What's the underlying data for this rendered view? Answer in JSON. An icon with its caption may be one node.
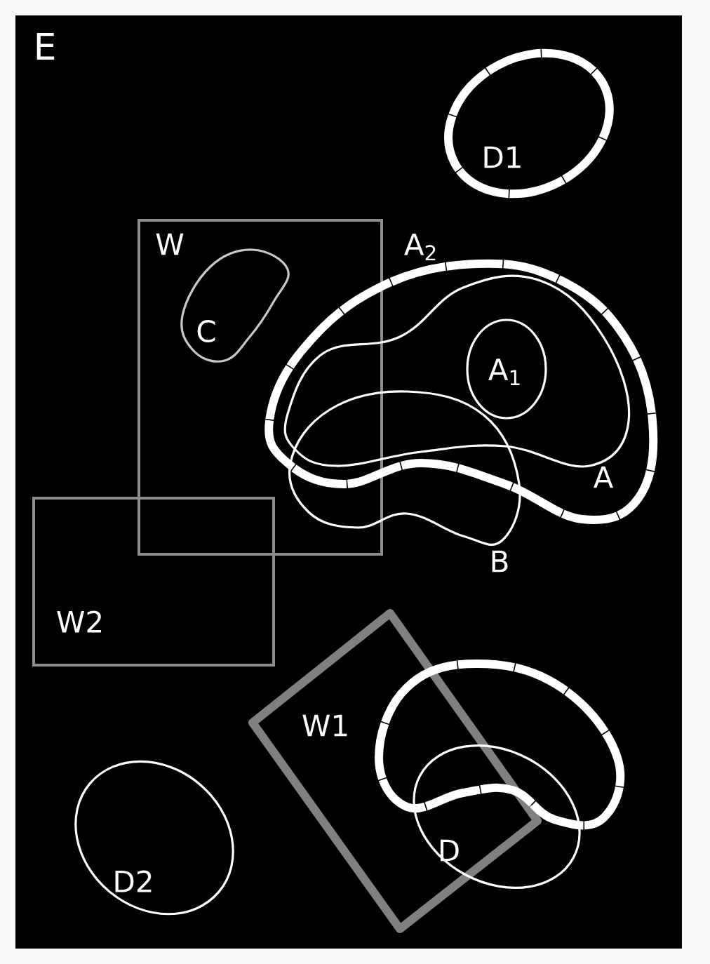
{
  "diagram": {
    "nodes": [
      {
        "text": [
          "E"
        ]
      },
      {
        "text": [
          "D1"
        ],
        "in": 0
      },
      {
        "text": [
          "W"
        ],
        "in": 0
      },
      {
        "text": [
          "C"
        ],
        "in": 2
      },
      {
        "text": [
          "A$_{2}$"
        ],
        "in": 0
      },
      {
        "text": [
          "A"
        ],
        "in": 4
      },
      {
        "text": [
          "A$_{1}$"
        ],
        "in": 5
      },
      {
        "text": [
          "B"
        ],
        "in": 0
      },
      {
        "text": [
          "W2"
        ],
        "in": 0
      },
      {
        "text": [
          "W1"
        ],
        "in": 0
      },
      {
        "text": [],
        "shape": "blob",
        "in": 0
      },
      {
        "text": [
          "D"
        ],
        "in": 0
      },
      {
        "text": [
          "D2"
        ],
        "in": 0
      }
    ]
  }
}
